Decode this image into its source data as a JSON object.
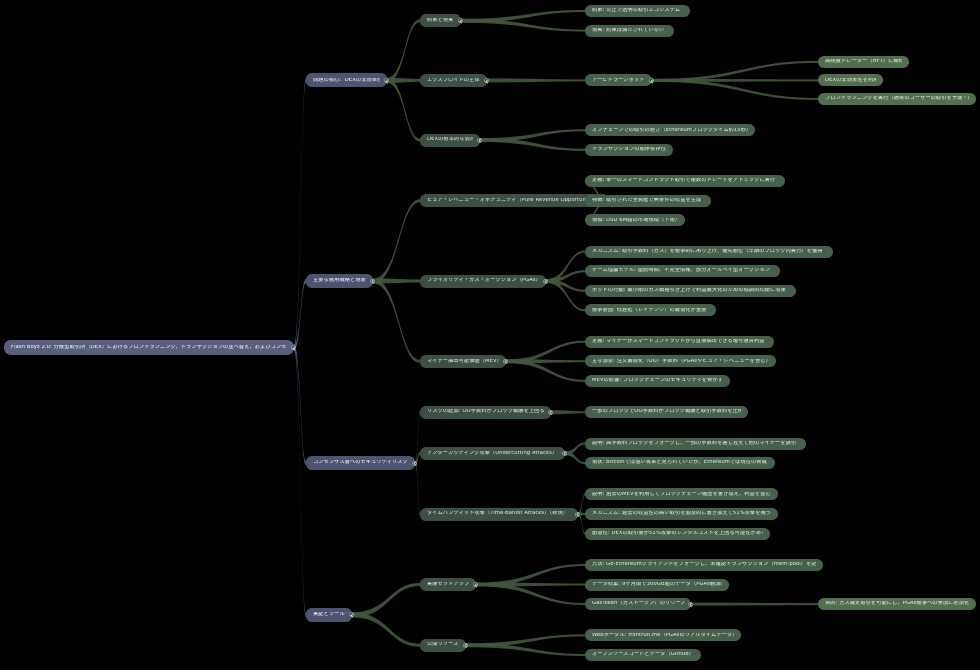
{
  "diagram": {
    "type": "mindmap",
    "background": "#000000",
    "palette": {
      "root": "#5a5f7d",
      "level1": "#4e5370",
      "level2": "#3e4f45",
      "level3": "#47604d",
      "level4": "#52704f",
      "text": "#ffffff",
      "link_blue": "#5a5f7d",
      "link_green": "#44583f"
    },
    "root": {
      "label": "Flash Boys 2.0: 分散型取引所（DEX）におけるフロントランニング、トランザクションの並べ替え、およびコンセンサスの不安定性"
    },
    "branches": [
      {
        "label": "問題の核心：DEXの非効率性",
        "children": [
          {
            "label": "約束と現実",
            "children": [
              {
                "label": "約束: 公正で透明な取引エコシステム"
              },
              {
                "label": "現実: 約束は満たされていない"
              }
            ]
          },
          {
            "label": "エクスプロイトの主体",
            "children": [
              {
                "label": "アービトラージボット",
                "children": [
                  {
                    "label": "高頻度トレーダー（HFT）に類似"
                  },
                  {
                    "label": "DEXの非効率性を利用"
                  },
                  {
                    "label": "フロントランニングを実行（通常のユーザーの取引を予測・悪用）"
                  }
                ]
              }
            ]
          },
          {
            "label": "DEXの根本的な弱点",
            "children": [
              {
                "label": "オンチェーンでの取引の遅さ（Ethereumブロックタイム約15秒）"
              },
              {
                "label": "トランザクションの順序依存性"
              }
            ]
          }
        ]
      },
      {
        "label": "主要な悪用戦略と現象",
        "children": [
          {
            "label": "ピュア・レベニュー・オポチュニティ（Pure Revenue Opportunities）",
            "children": [
              {
                "label": "定義: 単一のスマートコントラクト取引で複数のトレードをアトミックに実行"
              },
              {
                "label": "特徴: 取引された全資産で無条件の収益を生成"
              },
              {
                "label": "規模: USD 6M超の市場規模（下限）"
              }
            ]
          },
          {
            "label": "プライオリティ・ガス・オークション（PGAs）",
            "children": [
              {
                "label": "メカニズム: 取引手数料（ガス）を競争的に吊り上げ、優先順位（早期のブロック内実行）を獲得"
              },
              {
                "label": "ゲーム理論モデル: 連続時間、不完全情報、部分オールペイ型オークション"
              },
              {
                "label": "ボットの行動: 最小限のガス価格引き上げで利益最大化のための協調的均衡に収束"
              },
              {
                "label": "競争要因: 低遅延（レイテンシ）の最適化が重要"
              }
            ]
          },
          {
            "label": "マイナー抽出可能価値（MEV）",
            "children": [
              {
                "label": "定義: マイナーがスマートコントラクトから直接抽出できる暗号通貨利益"
              },
              {
                "label": "主な源泉: 注文最適化（OO）手数料（PGAsやピュア・レベニューを含む）"
              },
              {
                "label": "MEVの影響: ブロックチェーンのセキュリティを脅かす"
              }
            ]
          }
        ]
      },
      {
        "label": "コンセンサス層へのセキュリティリスク",
        "children": [
          {
            "label": "リスクの起源: OO手数料がブロック報酬を上回る",
            "children": [
              {
                "label": "一部のブロックでOO手数料がブロック報酬と取引手数料を圧倒"
              }
            ]
          },
          {
            "label": "アンダーカッティング攻撃（Undercutting Attacks）",
            "children": [
              {
                "label": "説明: 高手数料ブロックをフォークし、一部の手数料を差し控えて他のマイナーを誘引"
              },
              {
                "label": "現状: Bitcoinでは遠い将来と見られていたが、Ethereumでは現在の脅威"
              }
            ]
          },
          {
            "label": "タイムバンディット攻撃（Time-Bandit Attacks）（新規）",
            "children": [
              {
                "label": "説明: 過去のMEVを利用してブロックチェーン履歴を書き換え、利益を盗む"
              },
              {
                "label": "メカニズム: 過去の収益性の高い取引を遡及的に書き換えて51%攻撃を賄う"
              },
              {
                "label": "創造性: DEXの取引量が51%攻撃のレンタルコストを上回る可能性がある"
              }
            ]
          }
        ]
      },
      {
        "label": "実証とツール",
        "children": [
          {
            "label": "実験セットアップ",
            "children": [
              {
                "label": "方法: Go-Ethereumクライアントをフォークし、未確認トランザクション（mem-pool）を記録"
              },
              {
                "label": "データ収集: 9ヶ月間で300GB超のデータ（PGAs観測）"
              },
              {
                "label": "GasToken（ガストークン）のリリース",
                "children": [
                  {
                    "label": "目的: ガス裁定取引を可能にし、PGAs競争への参加に必須化"
                  }
                ]
              }
            ]
          },
          {
            "label": "公開リソース",
            "children": [
              {
                "label": "Webポータル: frontrun.me（PGAsのリアルタイムデータ）"
              },
              {
                "label": "オープンソースコードとデータ（Github）"
              }
            ]
          }
        ]
      }
    ]
  }
}
